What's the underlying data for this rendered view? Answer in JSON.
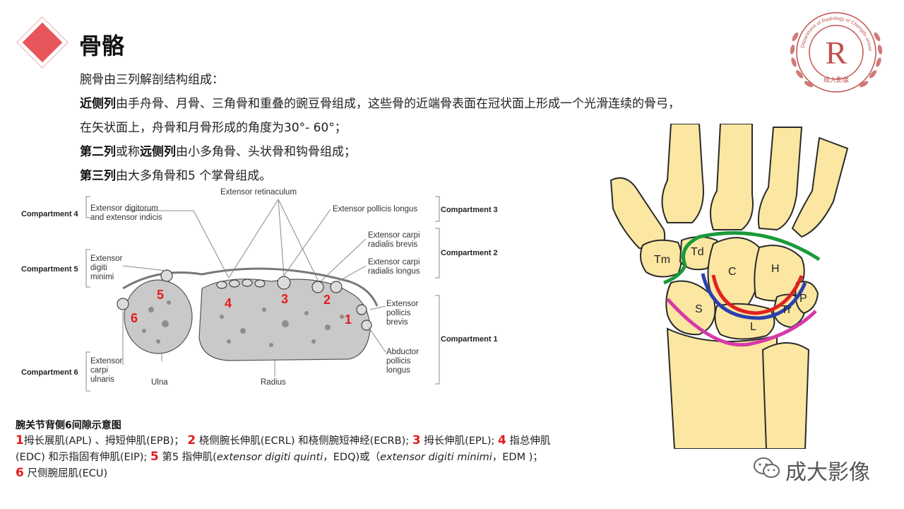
{
  "header": {
    "title": "骨骼"
  },
  "body": {
    "line1": "腕骨由三列解剖结构组成：",
    "line2_bold": "近侧列",
    "line2_rest": "由手舟骨、月骨、三角骨和重叠的豌豆骨组成，这些骨的近端骨表面在冠状面上形成一个光滑连续的骨弓，",
    "line3": "在矢状面上，舟骨和月骨形成的角度为30°- 60°；",
    "line4_bold1": "第二列",
    "line4_mid": "或称",
    "line4_bold2": "远侧列",
    "line4_rest": "由小多角骨、头状骨和钩骨组成；",
    "line5_bold": "第三列",
    "line5_rest": "由大多角骨和5 个掌骨组成。"
  },
  "logo": {
    "letter": "R",
    "ring_text": "Department of Radiology of Chengdu university",
    "bottom_text": "成大影像"
  },
  "compartment_diagram": {
    "compartments": {
      "c4": "Compartment 4",
      "c5": "Compartment 5",
      "c6": "Compartment 6",
      "c3": "Compartment 3",
      "c2": "Compartment 2",
      "c1": "Compartment 1"
    },
    "labels": {
      "retinaculum": "Extensor retinaculum",
      "ed_1": "Extensor digitorum",
      "ed_2": "and extensor indicis",
      "edm_1": "Extensor",
      "edm_2": "digiti",
      "edm_3": "minimi",
      "ecu_1": "Extensor",
      "ecu_2": "carpi",
      "ecu_3": "ulnaris",
      "ulna": "Ulna",
      "radius": "Radius",
      "epl": "Extensor pollicis longus",
      "ecrb_1": "Extensor carpi",
      "ecrb_2": "radialis brevis",
      "ecrl_1": "Extensor carpi",
      "ecrl_2": "radialis longus",
      "epb_1": "Extensor",
      "epb_2": "pollicis",
      "epb_3": "brevis",
      "apl_1": "Abductor",
      "apl_2": "pollicis",
      "apl_3": "longus"
    },
    "numbers": [
      "1",
      "2",
      "3",
      "4",
      "5",
      "6"
    ]
  },
  "wrist_diagram": {
    "bones": [
      "Tm",
      "Td",
      "C",
      "H",
      "S",
      "L",
      "Tr",
      "P"
    ],
    "colors": {
      "green": "#1a9a3a",
      "red": "#e02020",
      "blue": "#2b3fb0",
      "magenta": "#d63aa8",
      "bone": "#fbe7a1",
      "outline": "#2a2a2a"
    }
  },
  "caption": {
    "title": "腕关节背侧6间隙示意图",
    "n1": "1",
    "t1": "拇长展肌(APL) 、拇短伸肌(EPB)；",
    "n2": "2",
    "t2": " 桡侧腕长伸肌(ECRL) 和桡侧腕短神经(ECRB);",
    "n3": "3",
    "t3": " 拇长伸肌(EPL);",
    "n4": "4",
    "t4": " 指总伸肌",
    "t4b": "(EDC) 和示指固有伸肌(EIP);",
    "n5": "5",
    "t5a": " 第5 指伸肌(",
    "t5i1": "extensor digiti quinti",
    "t5b": "，EDQ)或（",
    "t5i2": "extensor digiti minimi",
    "t5c": "，EDM )；",
    "n6": "6",
    "t6": " 尺侧腕屈肌(ECU)"
  },
  "watermark": {
    "text": "成大影像"
  }
}
